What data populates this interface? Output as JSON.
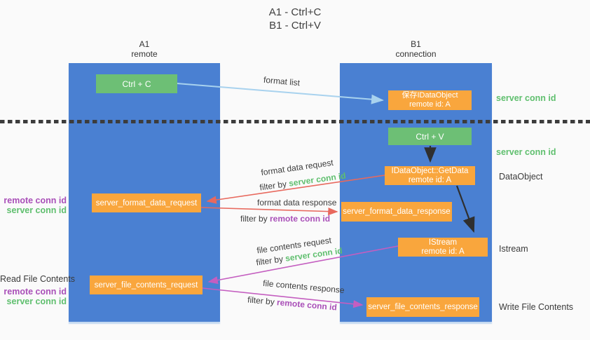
{
  "title": {
    "line1": "A1 - Ctrl+C",
    "line2": "B1 - Ctrl+V"
  },
  "lifelines": {
    "a1": {
      "name": "A1",
      "role": "remote"
    },
    "b1": {
      "name": "B1",
      "role": "connection"
    }
  },
  "boxes": {
    "ctrl_c": {
      "label": "Ctrl + C"
    },
    "ctrl_v": {
      "label": "Ctrl + V"
    },
    "save_dataobject": {
      "line1": "保存IDataObject",
      "line2": "remote id: A"
    },
    "getdata": {
      "line1": "IDataObject::GetData",
      "line2": "remote id: A"
    },
    "istream": {
      "line1": "IStream",
      "line2": "remote id: A"
    },
    "format_request": {
      "label": "server_format_data_request"
    },
    "format_response": {
      "label": "server_format_data_response"
    },
    "file_request": {
      "label": "server_file_contents_request"
    },
    "file_response": {
      "label": "server_file_contents_response"
    }
  },
  "arrows": {
    "format_list": {
      "label": "format list"
    },
    "format_data_request": {
      "label": "format data request",
      "filter_prefix": "filter by ",
      "filter_key": "server conn id"
    },
    "format_data_response": {
      "label": "format data response",
      "filter_prefix": "filter by ",
      "filter_key": "remote conn id"
    },
    "file_contents_request": {
      "label": "file contents request",
      "filter_prefix": "filter by ",
      "filter_key": "server conn id"
    },
    "file_contents_response": {
      "label": "file contents response",
      "filter_prefix": "filter by ",
      "filter_key": "remote conn id"
    }
  },
  "side_labels": {
    "left_format": {
      "remote": "remote conn id",
      "server": "server conn id"
    },
    "left_file": {
      "title": "Read File Contents",
      "remote": "remote conn id",
      "server": "server conn id"
    },
    "right": {
      "server_conn_top": "server conn id",
      "server_conn_mid": "server conn id",
      "dataobject": "DataObject",
      "istream": "Istream",
      "write_file": "Write File Contents"
    }
  },
  "colors": {
    "column_blue": "#4a80d2",
    "box_green": "#6dbf75",
    "box_orange": "#f9a63d",
    "arrow_light_blue": "#a8d2ee",
    "arrow_red": "#e8695e",
    "arrow_magenta": "#c45ec0",
    "arrow_black": "#2f2f2f",
    "label_green": "#5fbf6e",
    "label_purple": "#a94fb8"
  }
}
